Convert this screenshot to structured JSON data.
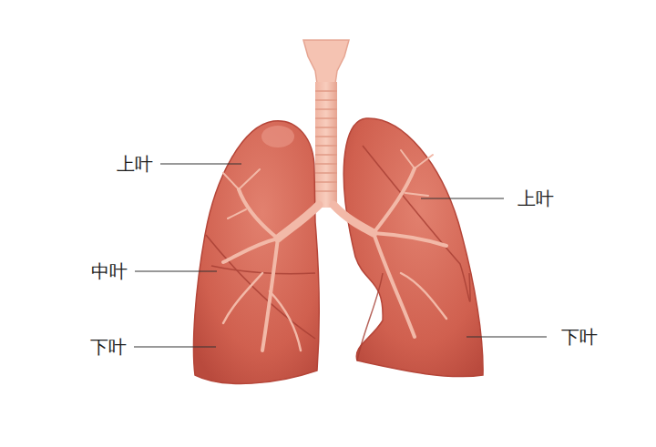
{
  "diagram": {
    "labels": [
      "上叶",
      "中叶",
      "下叶",
      "上叶",
      "下叶"
    ]
  }
}
